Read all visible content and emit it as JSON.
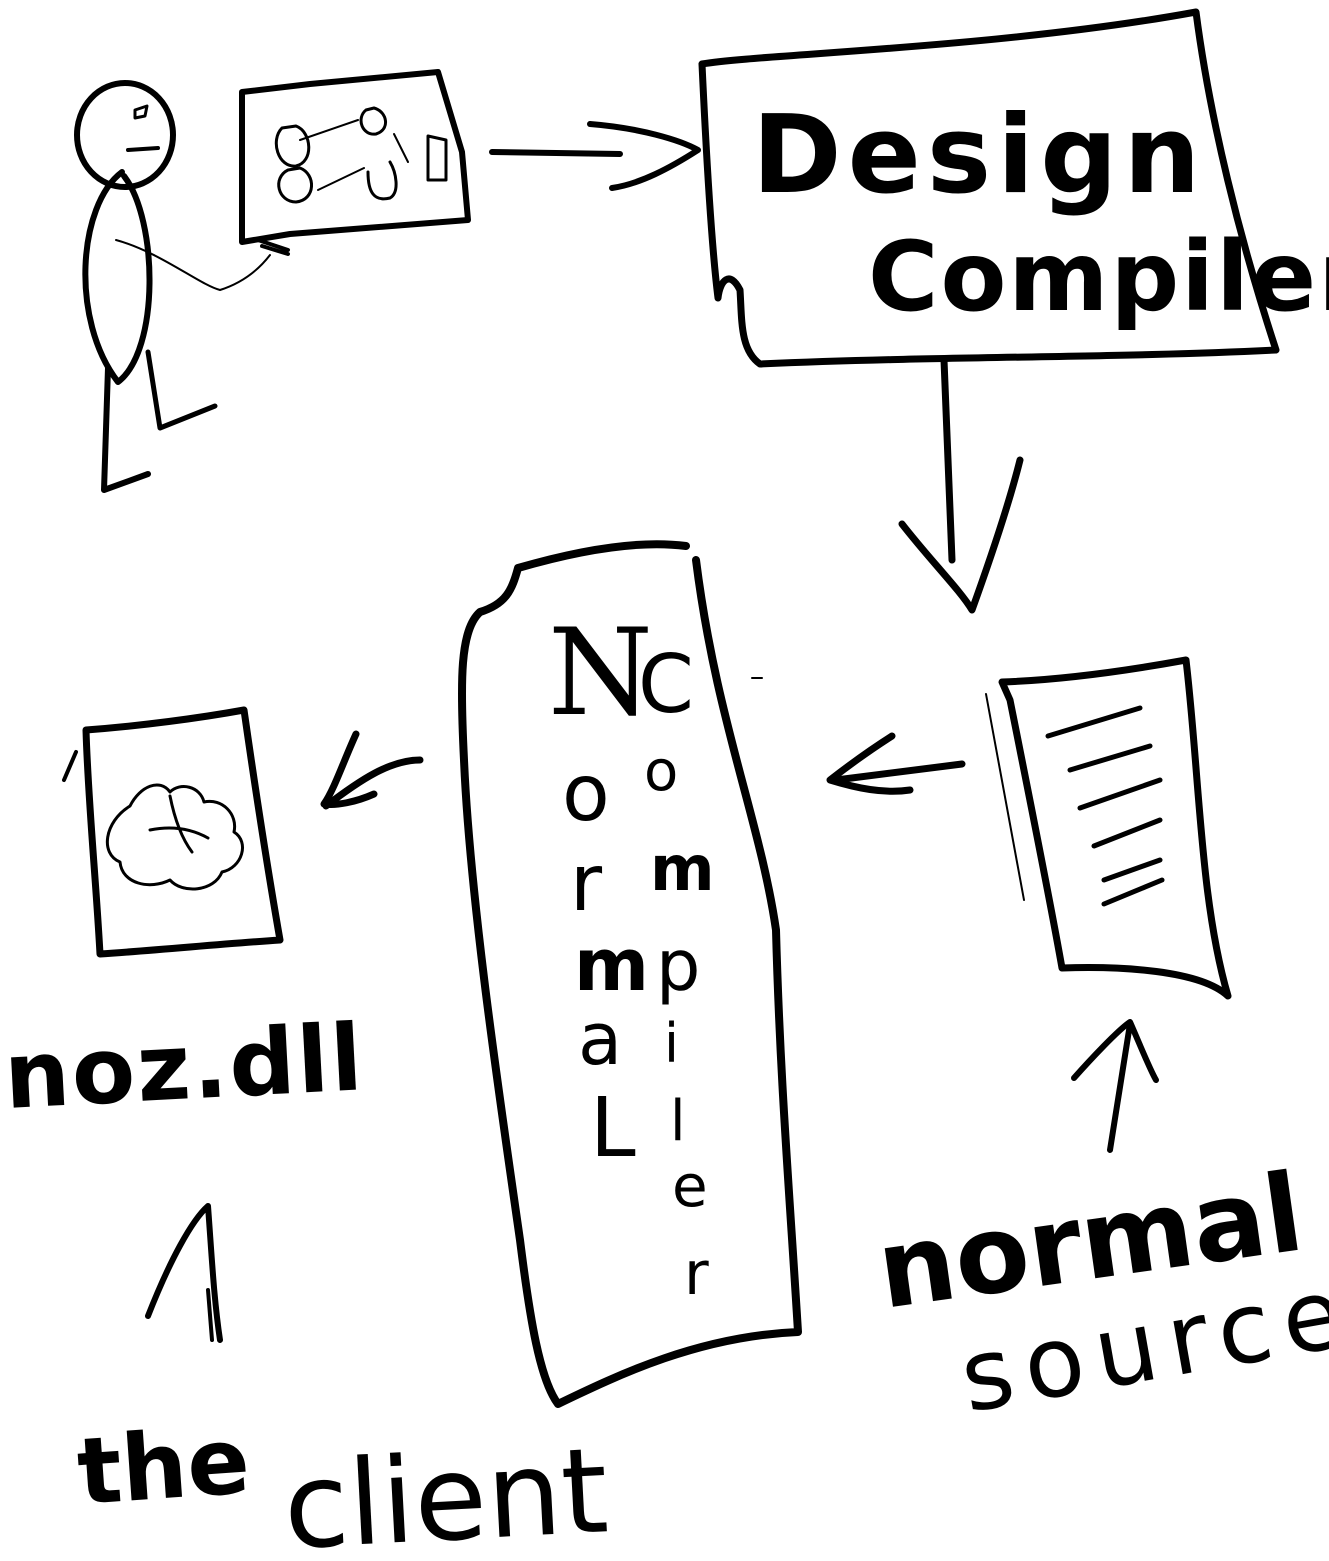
{
  "diagram": {
    "design_compiler": {
      "line1": "Design",
      "line2": "Compiler"
    },
    "normal_compiler": {
      "column1": [
        "N",
        "o",
        "r",
        "m",
        "a",
        "L"
      ],
      "column2": [
        "C",
        "o",
        "m",
        "p",
        "i",
        "l",
        "e",
        "r"
      ]
    },
    "output_file": {
      "label": "noz.dll"
    },
    "source_file": {
      "label_line1": "normal",
      "label_line2": "source"
    },
    "client": {
      "label_word1": "the",
      "label_word2": "client"
    },
    "icons": {
      "person": "stick-figure-icon",
      "design_board": "design-board-icon",
      "source_doc": "document-icon",
      "dll_file": "dll-file-icon"
    }
  }
}
